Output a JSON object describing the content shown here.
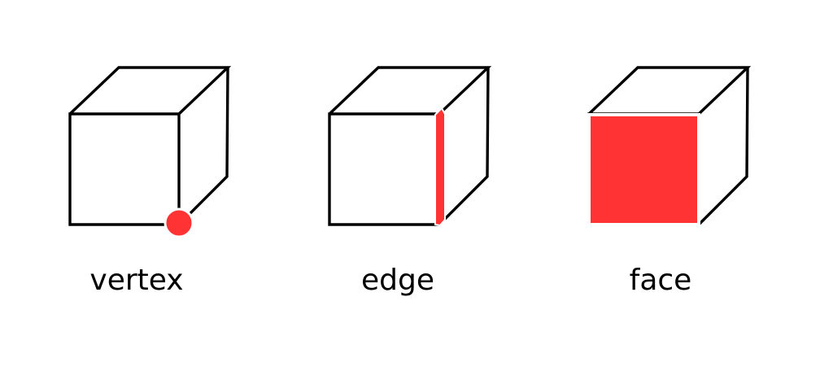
{
  "highlight_color": "#ff3333",
  "items": [
    {
      "label": "vertex",
      "highlight": "vertex"
    },
    {
      "label": "edge",
      "highlight": "edge"
    },
    {
      "label": "face",
      "highlight": "face"
    }
  ]
}
